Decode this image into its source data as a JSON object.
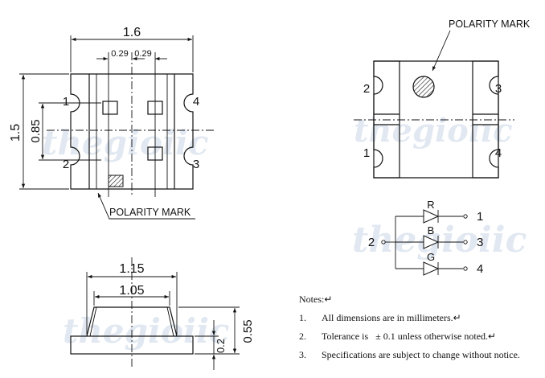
{
  "top_view": {
    "width_dim": "1.6",
    "pad_spacing_left": "0.29",
    "pad_spacing_right": "0.29",
    "height_dim": "1.5",
    "inner_height_dim": "0.85",
    "pin_1": "1",
    "pin_2": "2",
    "pin_3": "3",
    "pin_4": "4",
    "polarity_label": "POLARITY MARK"
  },
  "side_view": {
    "top_width_dim": "1.15",
    "inner_width_dim": "1.05",
    "total_height_dim": "0.55",
    "base_height_dim": "0.2"
  },
  "bottom_view": {
    "polarity_label": "POLARITY MARK",
    "pin_1": "1",
    "pin_2": "2",
    "pin_3": "3",
    "pin_4": "4"
  },
  "schematic": {
    "common_pin": "2",
    "diode_r": "R",
    "diode_b": "B",
    "diode_g": "G",
    "out_1": "1",
    "out_3": "3",
    "out_4": "4"
  },
  "notes": {
    "title": "Notes:↵",
    "items": [
      {
        "num": "1.",
        "text": "All dimensions are in millimeters.↵"
      },
      {
        "num": "2.",
        "text": "Tolerance is   ± 0.1 unless otherwise noted.↵"
      },
      {
        "num": "3.",
        "text": "Specifications are subject to change without notice."
      }
    ]
  },
  "watermark": "thegioiic"
}
